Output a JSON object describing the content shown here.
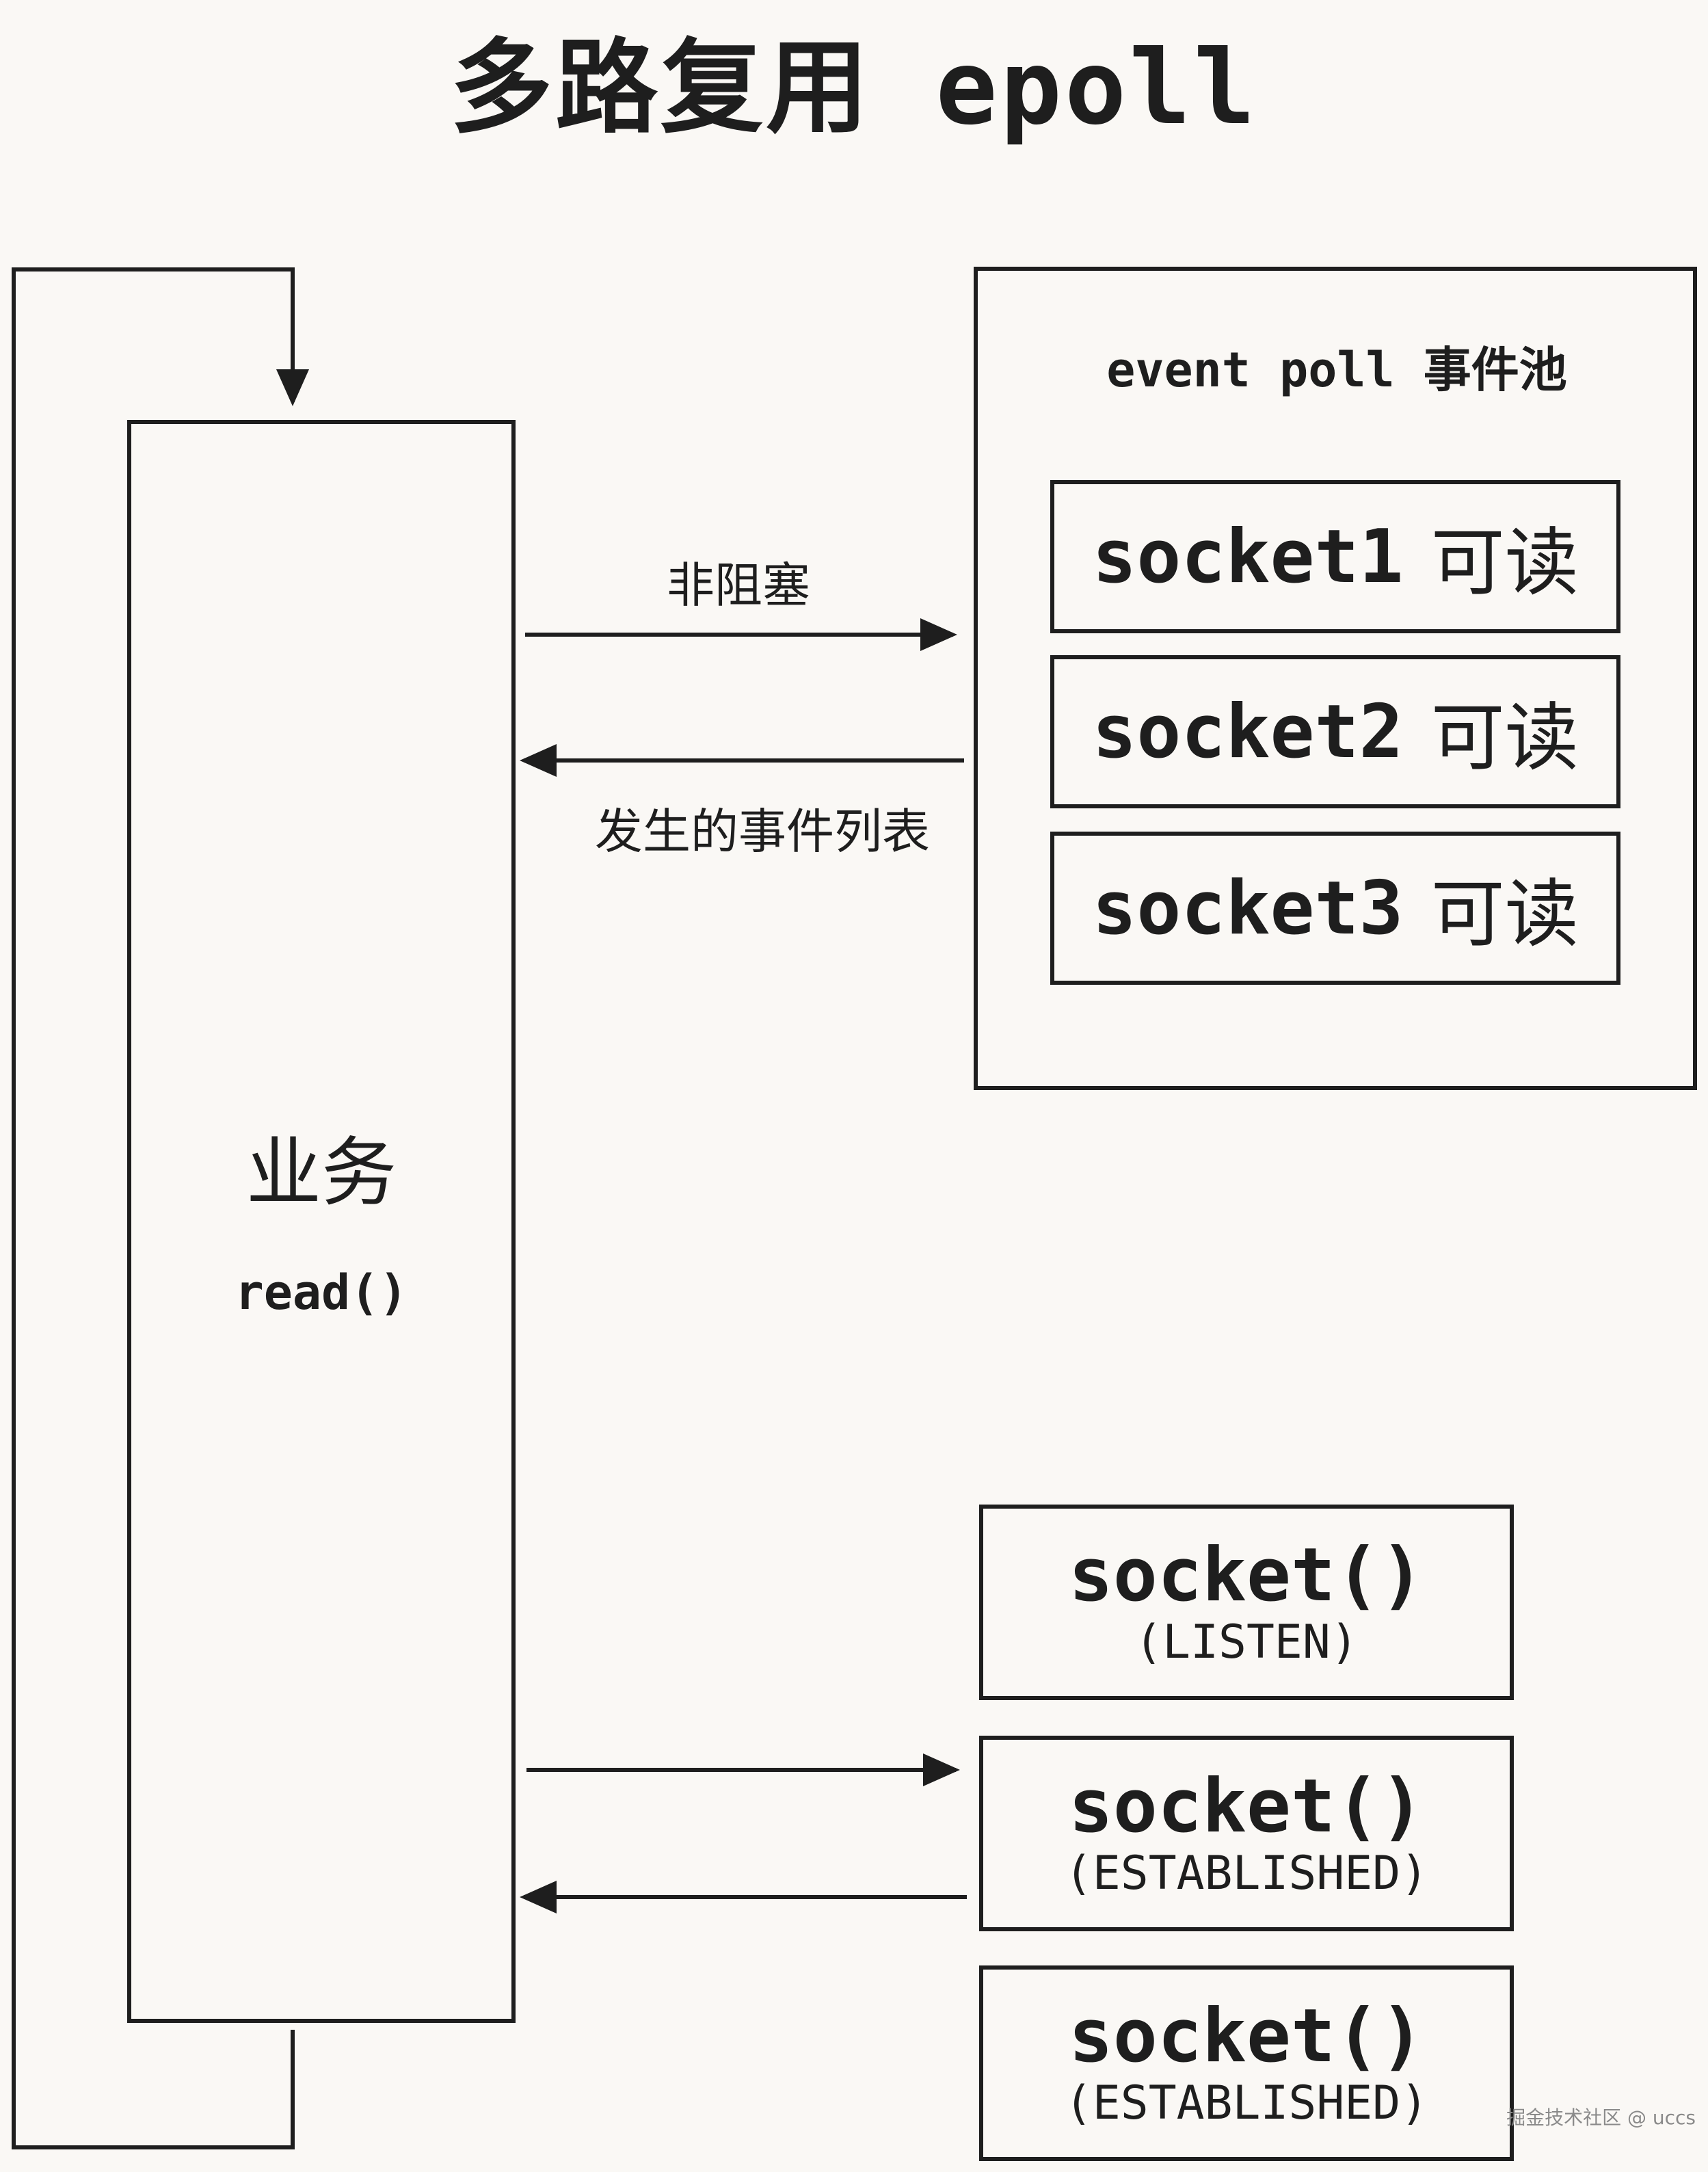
{
  "title": "多路复用 epoll",
  "business": {
    "title": "业务",
    "call": "read()"
  },
  "event_poll": {
    "title": "event poll 事件池",
    "items": [
      {
        "socket": "socket1",
        "state": "可读"
      },
      {
        "socket": "socket2",
        "state": "可读"
      },
      {
        "socket": "socket3",
        "state": "可读"
      }
    ]
  },
  "arrows": {
    "request_label": "非阻塞",
    "response_label": "发生的事件列表"
  },
  "sockets": [
    {
      "fn": "socket()",
      "state": "(LISTEN)"
    },
    {
      "fn": "socket()",
      "state": "(ESTABLISHED)"
    },
    {
      "fn": "socket()",
      "state": "(ESTABLISHED)"
    }
  ],
  "watermark": "掘金技术社区 @ uccs"
}
